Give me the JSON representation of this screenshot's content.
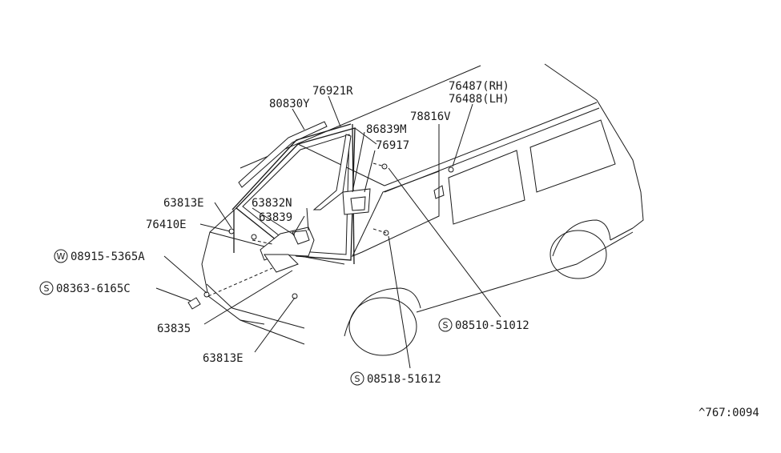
{
  "diagram": {
    "labels": {
      "p80830Y": "80830Y",
      "p76921R": "76921R",
      "p76487": "76487(RH)",
      "p76488": "76488(LH)",
      "p78816V": "78816V",
      "p86839M": "86839M",
      "p76917": "76917",
      "p63813E_top": "63813E",
      "p63832N": "63832N",
      "p63839": "63839",
      "p76410E": "76410E",
      "p08915": "08915-5365A",
      "p08363": "08363-6165C",
      "p63835": "63835",
      "p63813E_bottom": "63813E",
      "p08510": "08510-51012",
      "p08518": "08518-51612"
    },
    "prefixes": {
      "w08915": "W",
      "s08363": "S",
      "s08510": "S",
      "s08518": "S"
    },
    "footer_code": "^767:0094"
  }
}
